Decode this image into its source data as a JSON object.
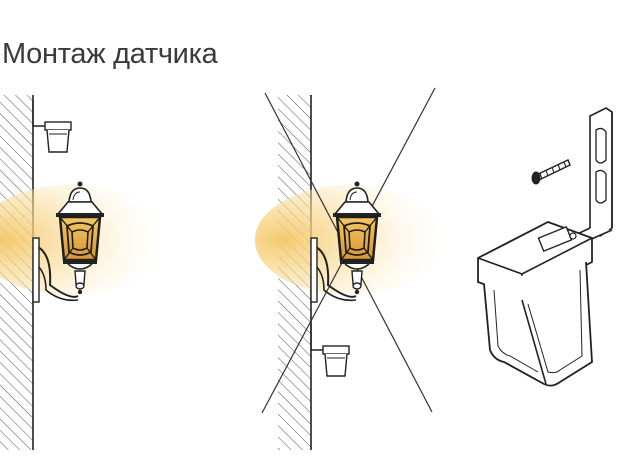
{
  "page": {
    "title": "Монтаж датчика"
  },
  "illustrations": [
    {
      "name": "correct-mounting",
      "description_icon": "wall-lamp-with-sensor-above"
    },
    {
      "name": "incorrect-mounting",
      "description_icon": "wall-lamp-with-sensor-in-light-cone"
    },
    {
      "name": "sensor-bracket-mounting",
      "description_icon": "sensor-bracket-and-screw"
    }
  ],
  "colors": {
    "line": "#2b2b2b",
    "hatch": "#555555",
    "glow": "#f6d27a",
    "glass": "#e7b352",
    "lamp_body": "#1e1e1e",
    "background": "#ffffff"
  }
}
